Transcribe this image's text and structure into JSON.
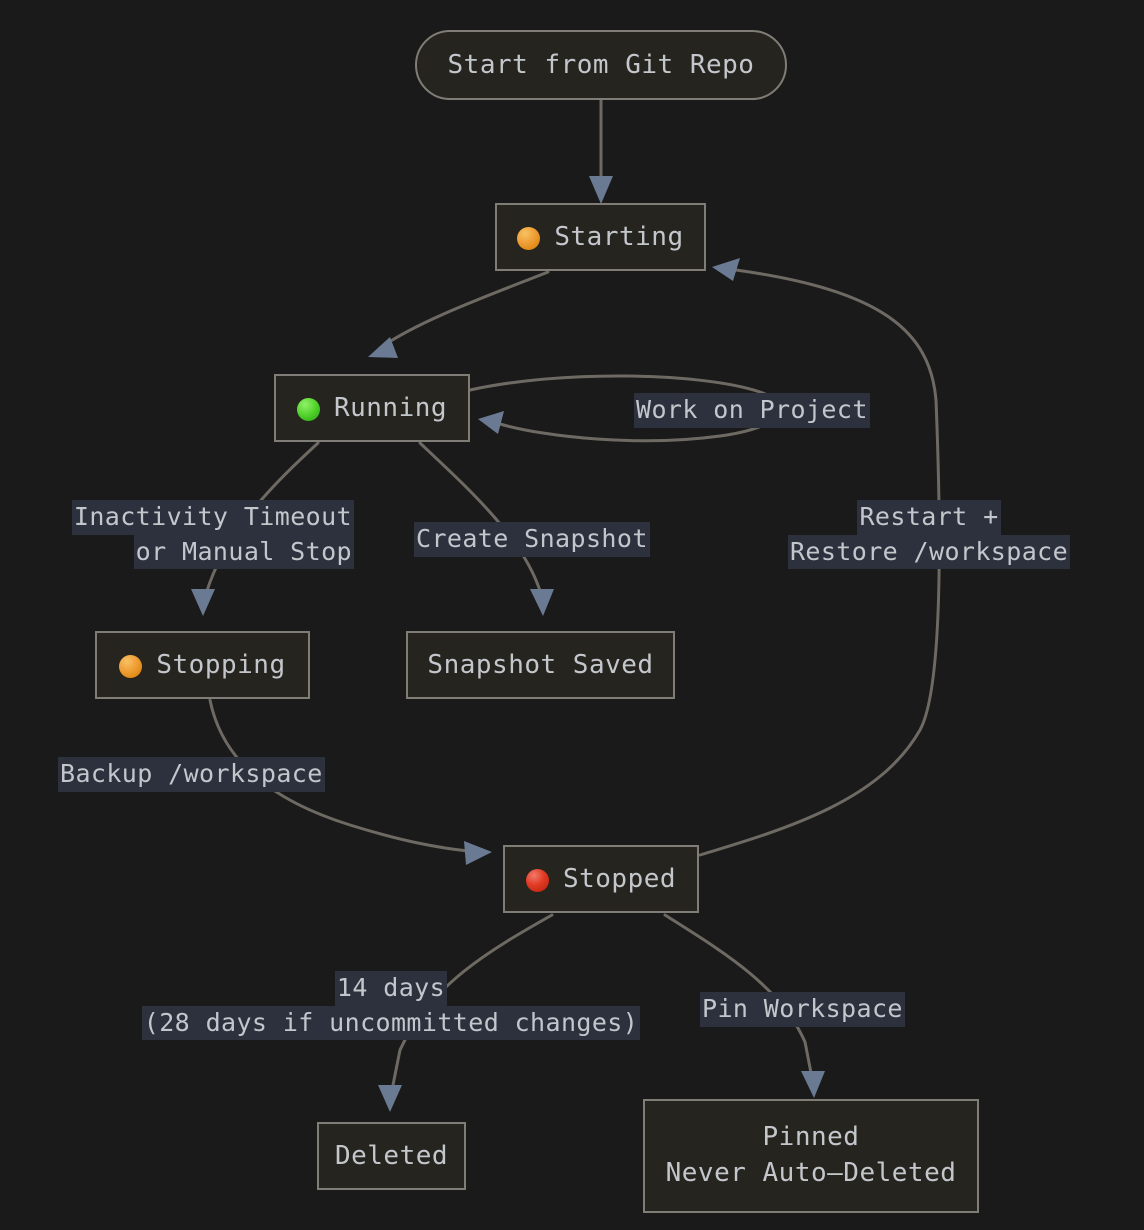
{
  "diagram": {
    "title": "Workspace Lifecycle State Diagram",
    "background_color": "#1a1a1a",
    "node_fill": "#26241f",
    "node_border": "#807d76",
    "edge_color": "#6e6a63",
    "arrow_color": "#6b7a93",
    "label_bg": "#2c313d",
    "text_color": "#c3c7cc"
  },
  "nodes": [
    {
      "id": "start",
      "label": "Start from Git Repo",
      "shape": "stadium",
      "status_dot": null
    },
    {
      "id": "starting",
      "label": "Starting",
      "shape": "rect",
      "status_dot": "orange",
      "dot_icon": "orange-circle-icon"
    },
    {
      "id": "running",
      "label": "Running",
      "shape": "rect",
      "status_dot": "green",
      "dot_icon": "green-circle-icon"
    },
    {
      "id": "stopping",
      "label": "Stopping",
      "shape": "rect",
      "status_dot": "orange",
      "dot_icon": "orange-circle-icon"
    },
    {
      "id": "snapshot",
      "label": "Snapshot Saved",
      "shape": "rect",
      "status_dot": null
    },
    {
      "id": "stopped",
      "label": "Stopped",
      "shape": "rect",
      "status_dot": "red",
      "dot_icon": "red-circle-icon"
    },
    {
      "id": "deleted",
      "label": "Deleted",
      "shape": "rect",
      "status_dot": null
    },
    {
      "id": "pinned",
      "label": "Pinned\nNever Auto—Deleted",
      "shape": "rect",
      "status_dot": null
    }
  ],
  "edges": [
    {
      "id": "start-starting",
      "from": "start",
      "to": "starting",
      "label_lines": []
    },
    {
      "id": "starting-running",
      "from": "starting",
      "to": "running",
      "label_lines": []
    },
    {
      "id": "running-running",
      "from": "running",
      "to": "running",
      "label_lines": [
        "Work on Project"
      ]
    },
    {
      "id": "running-stopping",
      "from": "running",
      "to": "stopping",
      "label_lines": [
        "Inactivity Timeout",
        "or Manual Stop"
      ]
    },
    {
      "id": "running-snapshot",
      "from": "running",
      "to": "snapshot",
      "label_lines": [
        "Create Snapshot"
      ]
    },
    {
      "id": "stopping-stopped",
      "from": "stopping",
      "to": "stopped",
      "label_lines": [
        "Backup /workspace"
      ]
    },
    {
      "id": "stopped-starting",
      "from": "stopped",
      "to": "starting",
      "label_lines": [
        "Restart +",
        "Restore /workspace"
      ]
    },
    {
      "id": "stopped-deleted",
      "from": "stopped",
      "to": "deleted",
      "label_lines": [
        "14 days",
        "(28 days if uncommitted changes)"
      ]
    },
    {
      "id": "stopped-pinned",
      "from": "stopped",
      "to": "pinned",
      "label_lines": [
        "Pin Workspace"
      ]
    }
  ],
  "labels": {
    "start_node": "Start from Git Repo",
    "starting_node": "Starting",
    "running_node": "Running",
    "stopping_node": "Stopping",
    "snapshot_node": "Snapshot Saved",
    "stopped_node": "Stopped",
    "deleted_node": "Deleted",
    "pinned_node_line1": "Pinned",
    "pinned_node_line2": "Never Auto—Deleted",
    "edge_work_on_project": "Work on Project",
    "edge_inactivity_line1": "Inactivity Timeout",
    "edge_inactivity_line2": "or Manual Stop",
    "edge_create_snapshot": "Create Snapshot",
    "edge_restart_line1": "Restart +",
    "edge_restart_line2": "Restore /workspace",
    "edge_backup": "Backup /workspace",
    "edge_days_line1": "14 days",
    "edge_days_line2": "(28 days if uncommitted changes)",
    "edge_pin_workspace": "Pin Workspace"
  }
}
